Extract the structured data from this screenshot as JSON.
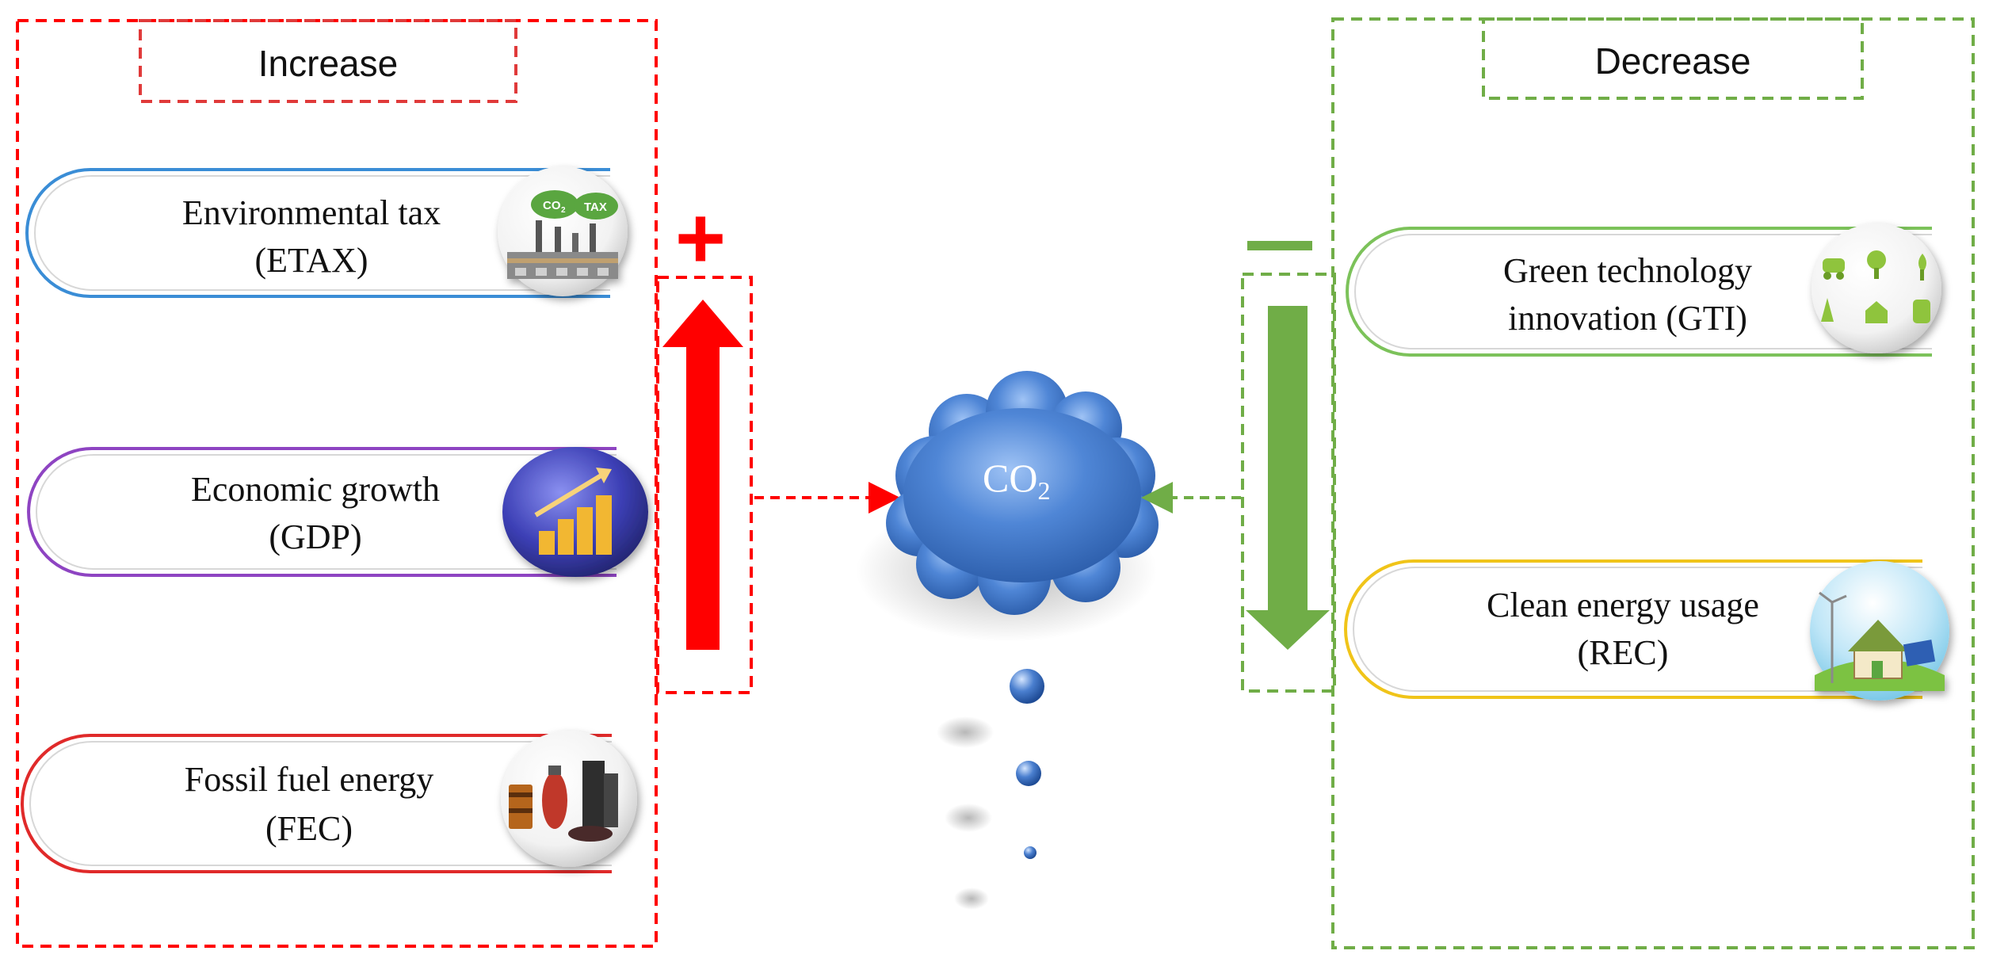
{
  "increase": {
    "header": "Increase",
    "sign": "+",
    "color": "#ff0000",
    "items": [
      {
        "line1": "Environmental tax",
        "line2": "(ETAX)",
        "icon": "co2-tax-factory-icon",
        "border": "#3a8dd6",
        "badge1": "CO",
        "badge1_sub": "2",
        "badge2": "TAX"
      },
      {
        "line1": "Economic growth",
        "line2": "(GDP)",
        "icon": "growth-chart-icon",
        "border": "#8e44c2"
      },
      {
        "line1": "Fossil fuel energy",
        "line2": "(FEC)",
        "icon": "fossil-fuel-icon",
        "border": "#e02a2a"
      }
    ]
  },
  "decrease": {
    "header": "Decrease",
    "sign": "—",
    "color": "#70ad47",
    "items": [
      {
        "line1": "Green technology",
        "line2": "innovation (GTI)",
        "icon": "green-tech-icon",
        "border": "#7cc25a"
      },
      {
        "line1": "Clean energy usage",
        "line2": "(REC)",
        "icon": "clean-energy-house-icon",
        "border": "#f0c419"
      }
    ]
  },
  "center": {
    "label": "CO",
    "label_sub": "2",
    "cloud_color": "#4a7fcf"
  }
}
